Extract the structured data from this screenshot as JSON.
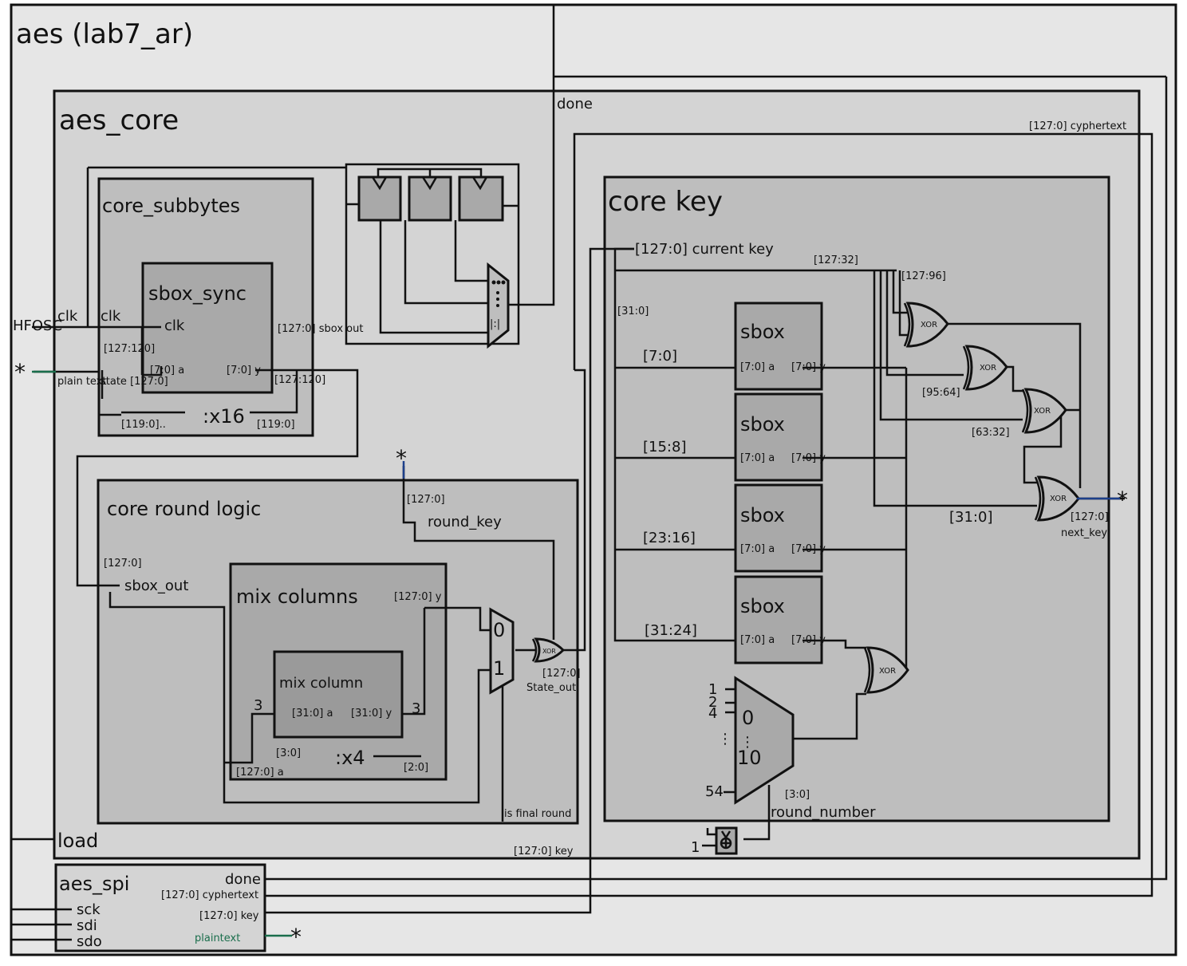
{
  "colors": {
    "outer_fill": "#e6e6e6",
    "core_fill": "#d4d4d4",
    "block_fill": "#bebebe",
    "inner_fill": "#a9a9a9",
    "innermost_fill": "#9a9a9a",
    "accent_green": "#1a6e4c",
    "accent_blue": "#1c3f8a"
  },
  "aes": {
    "title": "aes (lab7_ar)",
    "load": "load",
    "done": "done"
  },
  "aes_core": {
    "title": "aes_core",
    "hfosc": "HFOSC",
    "clk": "clk",
    "plaintext": "plain text",
    "cyphertext": "[127:0] cyphertext",
    "key": "[127:0]  key"
  },
  "core_subbytes": {
    "title": "core_subbytes",
    "clk": "clk",
    "sbox_out": "[127:0] sbox out",
    "bits_127_120": "[127:120]",
    "state_bits": "state [127:0]",
    "low_in": "[119:0]..",
    "low_out": "[119:0]",
    "repeat": ":x16",
    "out_bits": "[127:120]",
    "sbox_sync": {
      "title": "sbox_sync",
      "clk": "clk",
      "a": "[7:0] a",
      "y": "[7:0] y"
    }
  },
  "round_logic": {
    "title": "core  round  logic",
    "sbox_out_bits": "[127:0]",
    "sbox_out": "sbox_out",
    "round_key_bits": "[127:0]",
    "round_key": "round_key",
    "state_out_bits": "[127:0]",
    "state_out": "State_out",
    "is_final_round": "is final round",
    "mux_0": "0",
    "mux_1": "1",
    "xor": "XOR"
  },
  "mix_columns": {
    "title": "mix columns",
    "y": "[127:0] y",
    "a": "[127:0] a",
    "bits_3_0": "[3:0]",
    "bits_2_0": "[2:0]",
    "repeat": ":x4",
    "mix_column": {
      "title": "mix column",
      "a": "[31:0] a",
      "y": "[31:0] y",
      "n_in": "3",
      "n_out": "3"
    }
  },
  "core_key": {
    "title": "core  key",
    "current_key": "[127:0] current key",
    "bits_127_32": "[127:32]",
    "bits_127_96": "[127:96]",
    "bits_31_0": "[31:0]",
    "bits_95_64": "[95:64]",
    "bits_63_32": "[63:32]",
    "bits_31_0_b": "[31:0]",
    "next_key_bits": "[127:0]",
    "next_key": "next_key",
    "sboxes": [
      {
        "title": "sbox",
        "range": "[7:0]",
        "a": "[7:0] a",
        "y": "[7:0] y"
      },
      {
        "title": "sbox",
        "range": "[15:8]",
        "a": "[7:0] a",
        "y": "[7:0] y"
      },
      {
        "title": "sbox",
        "range": "[23:16]",
        "a": "[7:0] a",
        "y": "[7:0] y"
      },
      {
        "title": "sbox",
        "range": "[31:24]",
        "a": "[7:0] a",
        "y": "[7:0] y"
      }
    ],
    "rcon_inputs": [
      "1",
      "2",
      "4",
      "⋮",
      "54"
    ],
    "rcon_sel_top": "0",
    "rcon_sel_bottom": "10",
    "round_number_bits": "[3:0]",
    "round_number": "round_number",
    "incr_in": "1",
    "xor": "XOR"
  },
  "aes_spi": {
    "title": "aes_spi",
    "done": "done",
    "cyphertext": "[127:0] cyphertext",
    "key": "[127:0] key",
    "plaintext": "plaintext",
    "sck": "sck",
    "sdi": "sdi",
    "sdo": "sdo"
  }
}
